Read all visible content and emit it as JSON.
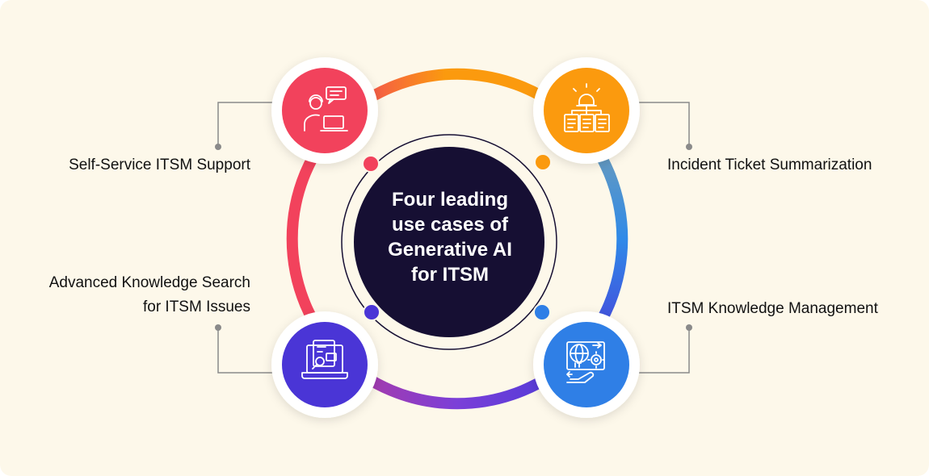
{
  "center": {
    "title_lines": [
      "Four leading",
      "use cases of",
      "Generative AI",
      "for ITSM"
    ]
  },
  "use_cases": [
    {
      "label_lines": [
        "Self-Service ITSM Support"
      ],
      "icon": "support-agent-laptop-icon",
      "color": "#f2425c"
    },
    {
      "label_lines": [
        "Incident Ticket Summarization"
      ],
      "icon": "alert-tickets-icon",
      "color": "#fb9a0e"
    },
    {
      "label_lines": [
        "Advanced Knowledge Search",
        "for ITSM Issues"
      ],
      "icon": "knowledge-search-icon",
      "color": "#4a35d6"
    },
    {
      "label_lines": [
        "ITSM Knowledge Management"
      ],
      "icon": "it-globe-gear-icon",
      "color": "#2f7fe6"
    }
  ],
  "colors": {
    "background": "#fdf8ea",
    "center": "#160f33",
    "red": "#f2425c",
    "orange": "#fb9a0e",
    "blue": "#2f7fe6",
    "purple": "#4a35d6",
    "connector": "#8a8a8a"
  }
}
